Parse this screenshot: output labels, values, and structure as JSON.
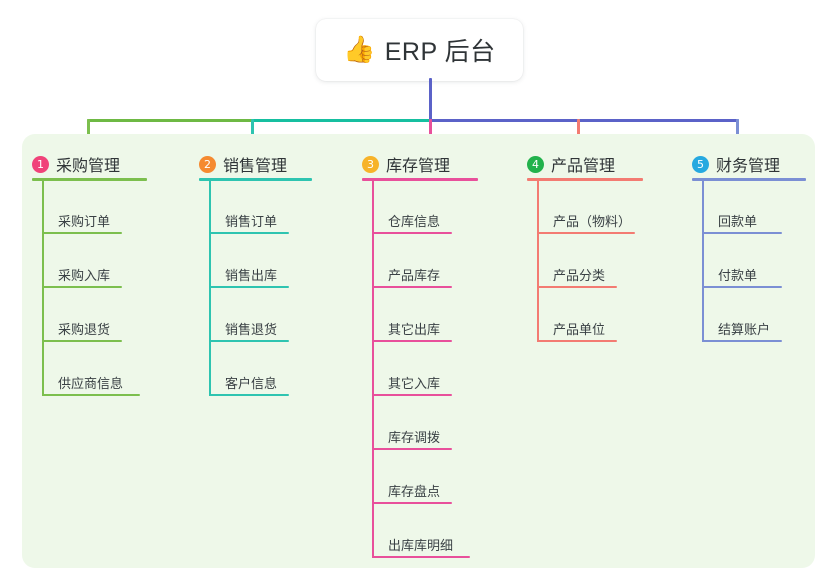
{
  "title": {
    "emoji": "👍",
    "emoji_name": "thumbs-up-emoji",
    "text": "ERP 后台"
  },
  "colors": {
    "panel_bg": "#eef8e9",
    "page_bg": "#ffffff",
    "title_text": "#2f3437",
    "trunk": "#5b62c8",
    "bus_left": "#6eb944",
    "bus_mid": "#16bfa0",
    "bus_right": "#5b62c8"
  },
  "columns": [
    {
      "index": "1",
      "badge_color": "#f0437a",
      "line_color": "#7cbf4e",
      "title": "采购管理",
      "items": [
        "采购订单",
        "采购入库",
        "采购退货",
        "供应商信息"
      ]
    },
    {
      "index": "2",
      "badge_color": "#f58a30",
      "line_color": "#2ec4b0",
      "title": "销售管理",
      "items": [
        "销售订单",
        "销售出库",
        "销售退货",
        "客户信息"
      ]
    },
    {
      "index": "3",
      "badge_color": "#f7b329",
      "line_color": "#e8509b",
      "title": "库存管理",
      "items": [
        "仓库信息",
        "产品库存",
        "其它出库",
        "其它入库",
        "库存调拨",
        "库存盘点",
        "出库库明细"
      ]
    },
    {
      "index": "4",
      "badge_color": "#22b24c",
      "line_color": "#f37b72",
      "title": "产品管理",
      "items": [
        "产品（物料）",
        "产品分类",
        "产品单位"
      ]
    },
    {
      "index": "5",
      "badge_color": "#26a9e0",
      "line_color": "#7b8fd4",
      "title": "财务管理",
      "items": [
        "回款单",
        "付款单",
        "结算账户"
      ]
    }
  ]
}
